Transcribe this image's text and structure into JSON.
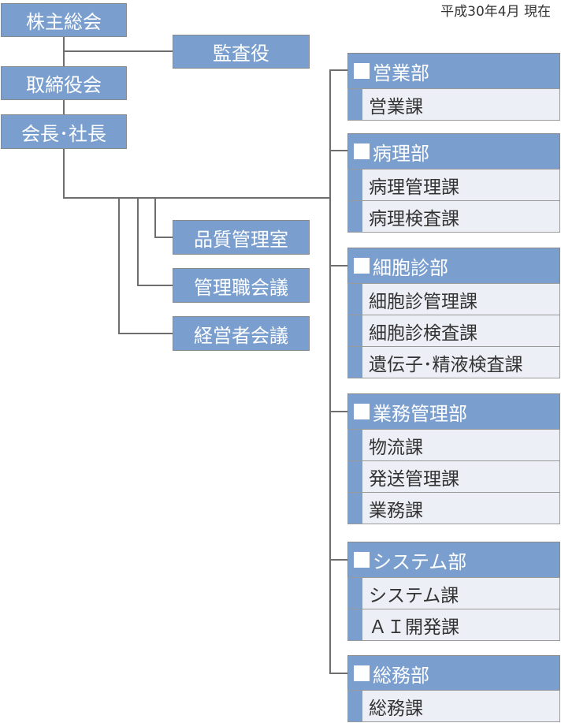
{
  "date_label": "平成30年4月 現在",
  "top": {
    "shareholders": "株主総会",
    "auditor": "監査役",
    "board": "取締役会",
    "president": "会長･社長"
  },
  "staff": [
    {
      "label": "品質管理室"
    },
    {
      "label": "管理職会議"
    },
    {
      "label": "経営者会議"
    }
  ],
  "departments": [
    {
      "name": "営業部",
      "sections": [
        "営業課"
      ]
    },
    {
      "name": "病理部",
      "sections": [
        "病理管理課",
        "病理検査課"
      ]
    },
    {
      "name": "細胞診部",
      "sections": [
        "細胞診管理課",
        "細胞診検査課",
        "遺伝子･精液検査課"
      ]
    },
    {
      "name": "業務管理部",
      "sections": [
        "物流課",
        "発送管理課",
        "業務課"
      ]
    },
    {
      "name": "システム部",
      "sections": [
        "システム課",
        "ＡＩ開発課"
      ]
    },
    {
      "name": "総務部",
      "sections": [
        "総務課"
      ]
    }
  ]
}
